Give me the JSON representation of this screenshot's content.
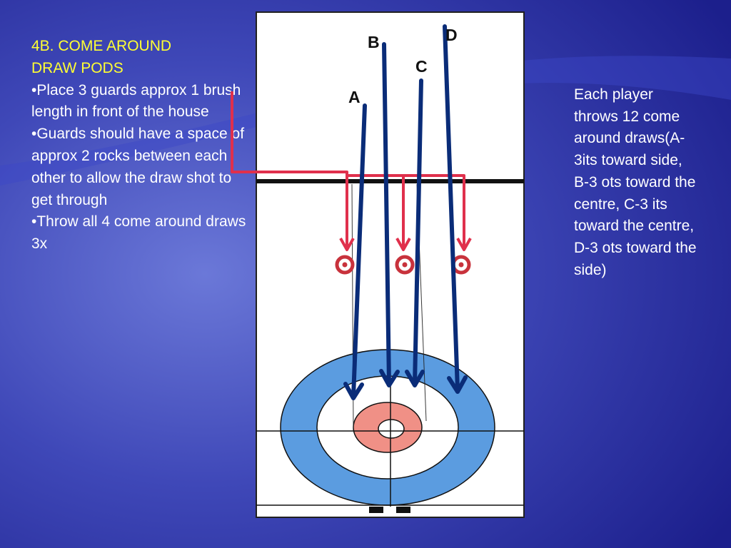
{
  "slide": {
    "title_line1": "4B. COME AROUND",
    "title_line2": "DRAW PODS",
    "bullets": [
      "•Place 3 guards approx 1 brush length in front of the house",
      "•Guards should have a space of approx 2 rocks between each other to allow the draw shot to get through",
      "•Throw all 4 come around draws  3x"
    ],
    "side_note": "Each player throws 12 come around draws(A-3its toward side, B-3 ots toward the centre, C-3 its toward the centre, D-3 ots toward the side)"
  },
  "diagram": {
    "shot_labels": [
      "A",
      "B",
      "C",
      "D"
    ],
    "guard_count": 3,
    "colors": {
      "background_center": "#6b78d8",
      "background_dark": "#1c1f8c",
      "wave": "#3c48c8",
      "ice": "#ffffff",
      "twelve_foot": "#5b9ce0",
      "four_foot": "#f09086",
      "guard_stone": "#c8323c",
      "guard_arrow": "#e0304c",
      "draw_arrow": "#0a2c78",
      "title_text": "#ffff33"
    }
  }
}
